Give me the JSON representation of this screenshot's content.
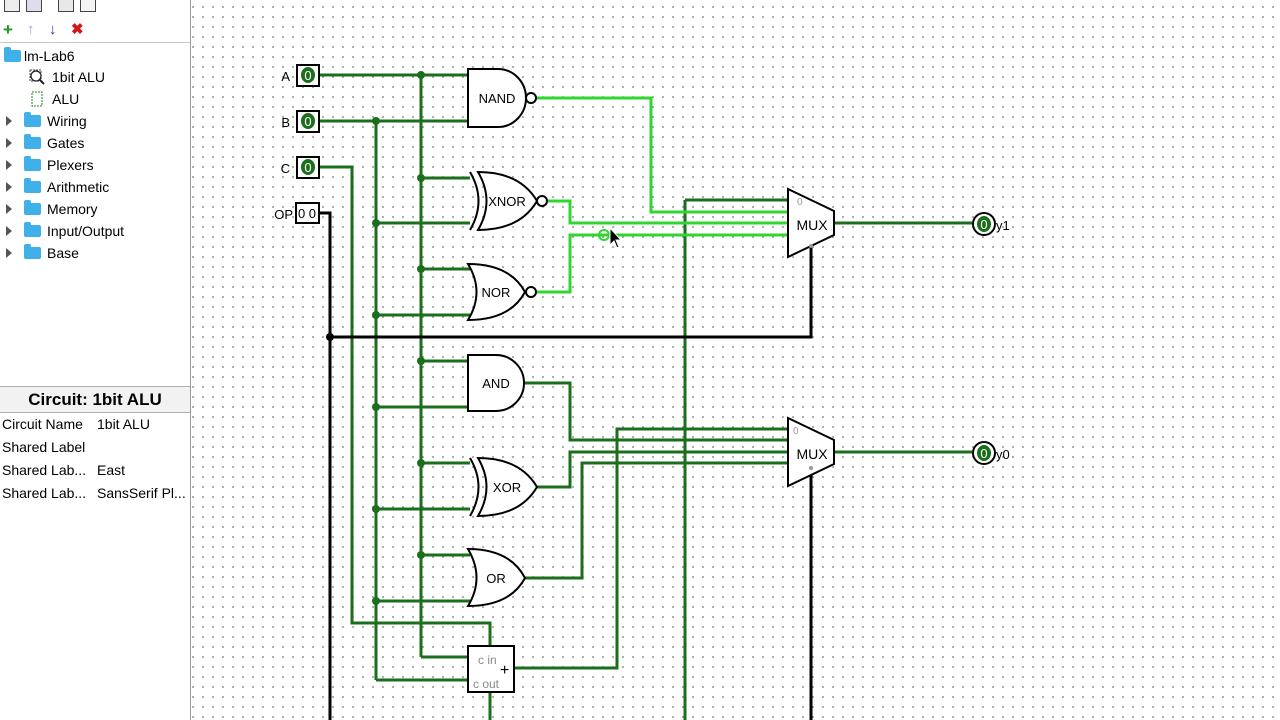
{
  "project": {
    "name": "lm-Lab6",
    "circuits": [
      "1bit ALU",
      "ALU"
    ],
    "libraries": [
      "Wiring",
      "Gates",
      "Plexers",
      "Arithmetic",
      "Memory",
      "Input/Output",
      "Base"
    ]
  },
  "attributes": {
    "title": "Circuit: 1bit ALU",
    "rows": [
      {
        "key": "Circuit Name",
        "value": "1bit ALU"
      },
      {
        "key": "Shared Label",
        "value": ""
      },
      {
        "key": "Shared Lab...",
        "value": "East"
      },
      {
        "key": "Shared Lab...",
        "value": "SansSerif Pl..."
      }
    ]
  },
  "toolbar": {
    "add": "+",
    "up": "↑",
    "down": "↓",
    "remove": "✖"
  },
  "circuit": {
    "inputs": [
      {
        "label": "A",
        "value": "0"
      },
      {
        "label": "B",
        "value": "0"
      },
      {
        "label": "C",
        "value": "0"
      },
      {
        "label": "OP",
        "value": "0 0"
      }
    ],
    "gates": [
      "NAND",
      "XNOR",
      "NOR",
      "AND",
      "XOR",
      "OR"
    ],
    "adder": {
      "cin": "c in",
      "cout": "c out",
      "symbol": "+"
    },
    "muxes": [
      {
        "label": "MUX",
        "sel": "0"
      },
      {
        "label": "MUX",
        "sel": "0"
      }
    ],
    "outputs": [
      {
        "label": "y1",
        "value": "0"
      },
      {
        "label": "y0",
        "value": "0"
      }
    ]
  },
  "colors": {
    "wire_off": "#1b6e1b",
    "wire_on": "#2fd62f",
    "bus": "#000000",
    "folder": "#3fb0e8"
  }
}
